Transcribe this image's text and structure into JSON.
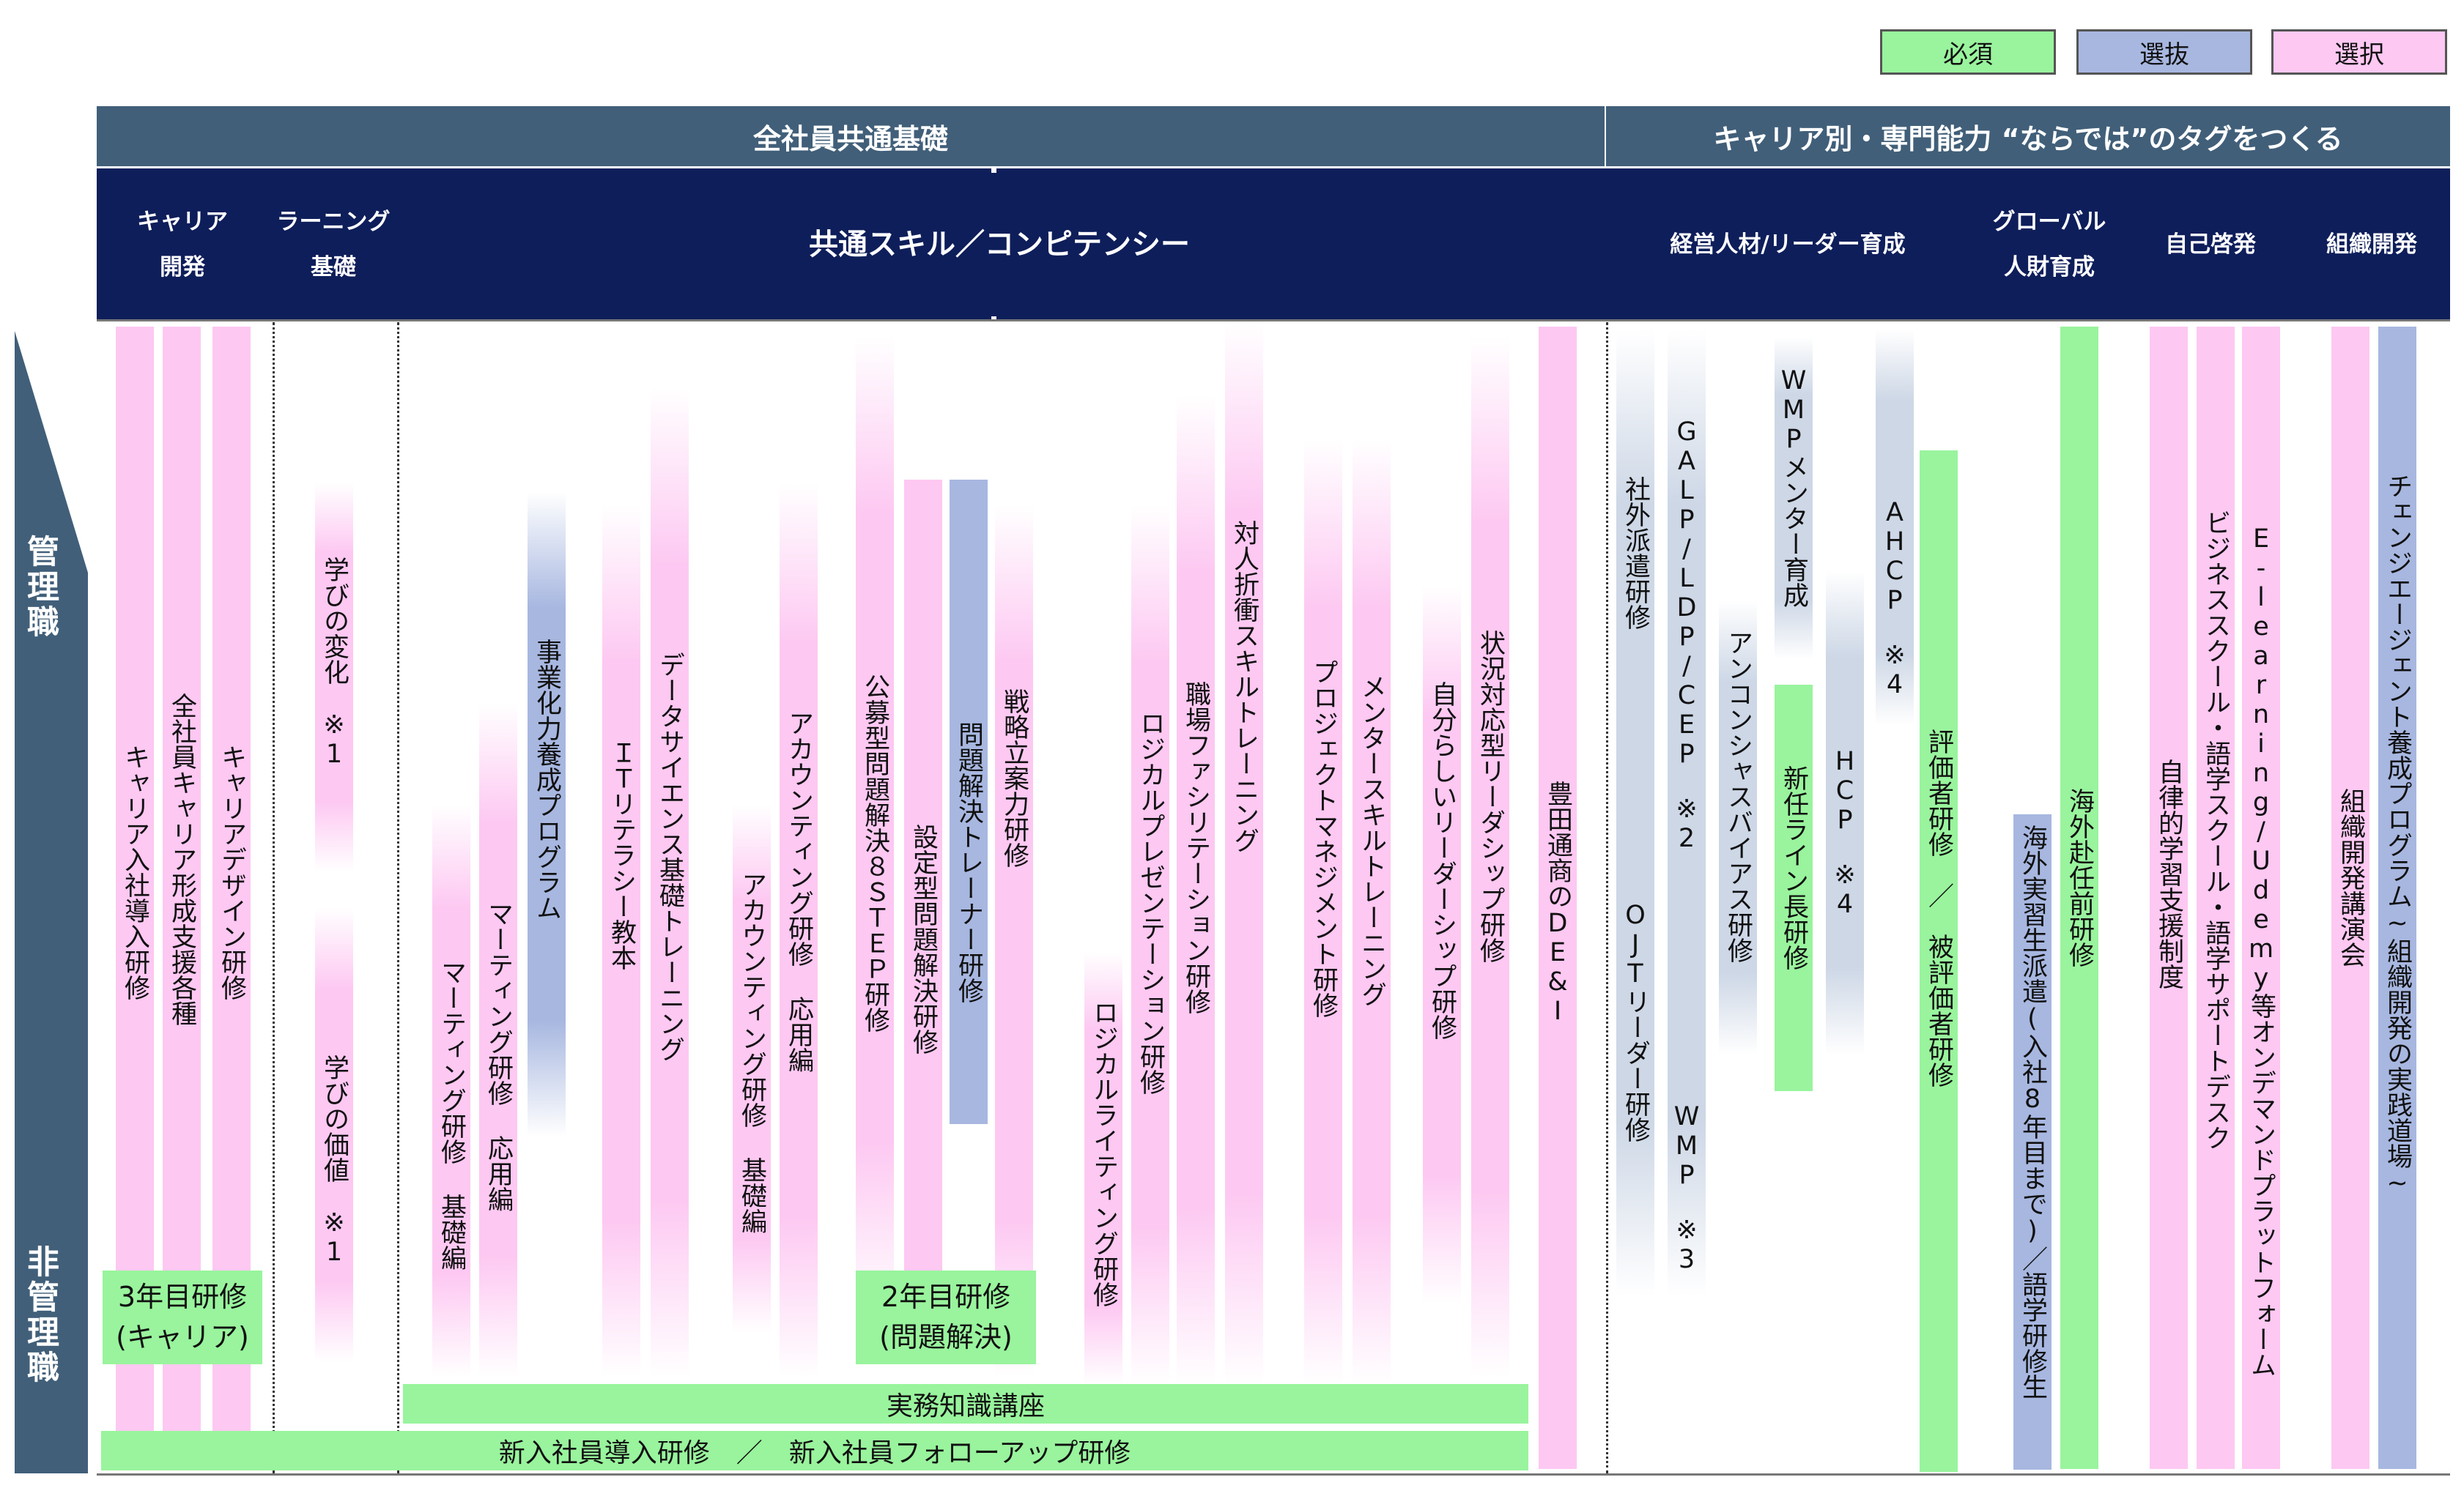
{
  "legend": {
    "required": "必須",
    "selective": "選抜",
    "optional": "選択"
  },
  "colors": {
    "header_band": "#415f79",
    "column_header": "#0e1e5a",
    "required": "#99f49d",
    "selective": "#a7b7e0",
    "optional": "#fdc8f2"
  },
  "bands": {
    "common": "全社員共通基礎",
    "career": "キャリア別・専門能力 “ならでは”のタグをつくる"
  },
  "columns": {
    "career_dev": [
      "キャリア",
      "開発"
    ],
    "learning": [
      "ラーニング",
      "基礎"
    ],
    "skills": "共通スキル／コンピテンシー",
    "leader": "経営人材/リーダー育成",
    "global": [
      "グローバル",
      "人財育成"
    ],
    "self": "自己啓発",
    "org": "組織開発"
  },
  "levels": {
    "manager": "管理職",
    "non_manager": "非管理職"
  },
  "programs": {
    "p1": "キャリア入社導入研修",
    "p2": "全社員キャリア形成支援各種",
    "p3": "キャリアデザイン研修",
    "p4": "学びの変化　※1",
    "p5": "学びの価値　※1",
    "p6": "マーティング研修 基礎編",
    "p7": "マーティング研修 応用編",
    "p8": "事業化力養成プログラム",
    "p9": "ＩＴリテラシー教本",
    "p10": "データサイエンス基礎トレーニング",
    "p11": "アカウンティング研修 基礎編",
    "p12": "アカウンティング研修 応用編",
    "p13": "公募型問題解決８ＳＴＥＰ研修",
    "p14": "設定型問題解決研修",
    "p15": "問題解決トレーナー研修",
    "p16": "戦略立案力研修",
    "p17": "ロジカルライティング研修",
    "p18": "ロジカルプレゼンテーション研修",
    "p19": "職場ファシリテーション研修",
    "p20": "対人折衝スキルトレーニング",
    "p21": "プロジェクトマネジメント研修",
    "p22": "メンタースキルトレーニング",
    "p23": "自分らしいリーダーシップ研修",
    "p24": "状況対応型リーダシップ研修",
    "p25": "豊田通商のDE&I",
    "p26a": "社外派遣研修",
    "p26b": "OJTリーダー研修",
    "p27a": "GALP/LDP/CEP　※2",
    "p27b": "WMP　※3",
    "p28": "アンコンシャスバイアス研修",
    "p29": "WMPメンター育成",
    "p30": "新任ライン長研修",
    "p31": "HCP　※4",
    "p32": "AHCP　※4",
    "p33": "評価者研修　／　被評価者研修",
    "p34": "海外実習生派遣(入社8年目まで)／語学研修生",
    "p35": "海外赴任前研修",
    "p36": "自律的学習支援制度",
    "p37": "ビジネススクール・語学スクール・語学サポートデスク",
    "p38": "E-learning/Udemy等オンデマンドプラットフォーム",
    "p39": "組織開発講演会",
    "p40": "チェンジエージェント養成プログラム~組織開発の実践道場~",
    "box1": [
      "3年目研修",
      "(キャリア)"
    ],
    "box2": [
      "2年目研修",
      "(問題解決)"
    ],
    "bar_jitsumu": "実務知識講座",
    "bar_newhire": "新入社員導入研修　／　新入社員フォローアップ研修"
  }
}
